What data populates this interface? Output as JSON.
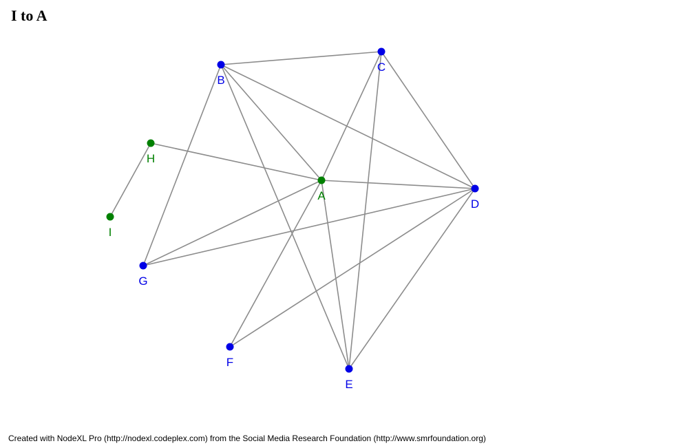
{
  "title": "I to A",
  "footer": "Created with NodeXL Pro (http://nodexl.codeplex.com) from the Social Media Research Foundation (http://www.smrfoundation.org)",
  "colors": {
    "edge": "#8c8c8c",
    "blue_node": "#0000e6",
    "green_node": "#008000"
  },
  "nodes": [
    {
      "id": "A",
      "label": "A",
      "color": "green"
    },
    {
      "id": "B",
      "label": "B",
      "color": "blue"
    },
    {
      "id": "C",
      "label": "C",
      "color": "blue"
    },
    {
      "id": "D",
      "label": "D",
      "color": "blue"
    },
    {
      "id": "E",
      "label": "E",
      "color": "blue"
    },
    {
      "id": "F",
      "label": "F",
      "color": "blue"
    },
    {
      "id": "G",
      "label": "G",
      "color": "blue"
    },
    {
      "id": "H",
      "label": "H",
      "color": "green"
    },
    {
      "id": "I",
      "label": "I",
      "color": "green"
    }
  ],
  "edges": [
    [
      "B",
      "C"
    ],
    [
      "B",
      "A"
    ],
    [
      "B",
      "D"
    ],
    [
      "B",
      "E"
    ],
    [
      "B",
      "G"
    ],
    [
      "C",
      "A"
    ],
    [
      "C",
      "D"
    ],
    [
      "C",
      "E"
    ],
    [
      "H",
      "A"
    ],
    [
      "H",
      "I"
    ],
    [
      "A",
      "D"
    ],
    [
      "A",
      "G"
    ],
    [
      "A",
      "F"
    ],
    [
      "A",
      "E"
    ],
    [
      "D",
      "G"
    ],
    [
      "D",
      "F"
    ],
    [
      "D",
      "E"
    ]
  ]
}
